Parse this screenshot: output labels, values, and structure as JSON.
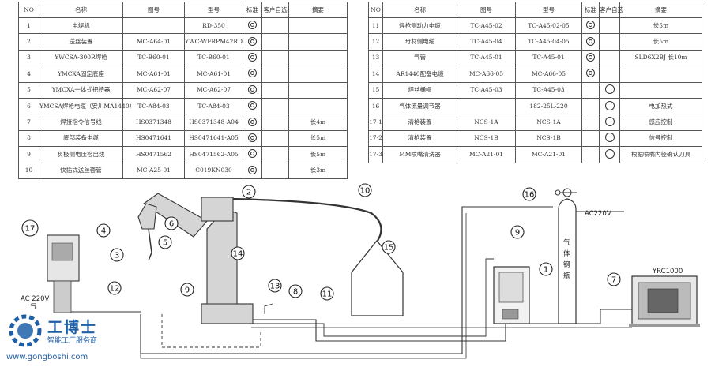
{
  "table_headers": {
    "no": "NO",
    "name": "名称",
    "drawing": "图号",
    "model": "型号",
    "standard": "标准",
    "user": "客户自选",
    "summary": "摘要"
  },
  "left_rows": [
    {
      "no": "1",
      "name": "电焊机",
      "drawing": "",
      "model": "RD-350",
      "mark": "double",
      "summary": ""
    },
    {
      "no": "2",
      "name": "送丝装置",
      "drawing": "MC-A64-01",
      "model": "YWC-WFRPM42RD",
      "mark": "double",
      "summary": ""
    },
    {
      "no": "3",
      "name": "YWCSA-300R焊枪",
      "drawing": "TC-B60-01",
      "model": "TC-B60-01",
      "mark": "double",
      "summary": ""
    },
    {
      "no": "4",
      "name": "YMCXA固定底座",
      "drawing": "MC-A61-01",
      "model": "MC-A61-01",
      "mark": "double",
      "summary": ""
    },
    {
      "no": "5",
      "name": "YMCXA一体式把持器",
      "drawing": "MC-A62-07",
      "model": "MC-A62-07",
      "mark": "double",
      "summary": ""
    },
    {
      "no": "6",
      "name": "YMCSA焊枪电缆（安川MA1440）",
      "drawing": "TC-A84-03",
      "model": "TC-A84-03",
      "mark": "double",
      "summary": ""
    },
    {
      "no": "7",
      "name": "焊接指令信号线",
      "drawing": "HS0371348",
      "model": "HS0371348-A04",
      "mark": "double",
      "summary": "长4m"
    },
    {
      "no": "8",
      "name": "底部装备电缆",
      "drawing": "HS0471641",
      "model": "HS0471641-A05",
      "mark": "double",
      "summary": "长5m"
    },
    {
      "no": "9",
      "name": "负极侧电压检出线",
      "drawing": "HS0471562",
      "model": "HS0471562-A05",
      "mark": "double",
      "summary": "长5m"
    },
    {
      "no": "10",
      "name": "快插式送丝套管",
      "drawing": "MC-A25-01",
      "model": "C019KN030",
      "mark": "double",
      "summary": "长3m"
    }
  ],
  "right_rows": [
    {
      "no": "11",
      "name": "焊枪侧动力电缆",
      "drawing": "TC-A45-02",
      "model": "TC-A45-02-05",
      "mark": "double",
      "summary": "长5m"
    },
    {
      "no": "12",
      "name": "母材侧电缆",
      "drawing": "TC-A45-04",
      "model": "TC-A45-04-05",
      "mark": "double",
      "summary": "长5m"
    },
    {
      "no": "13",
      "name": "气管",
      "drawing": "TC-A45-01",
      "model": "TC-A45-01",
      "mark": "double",
      "summary": "SLD6X2BJ 长10m"
    },
    {
      "no": "14",
      "name": "AR1440配备电缆",
      "drawing": "MC-A66-05",
      "model": "MC-A66-05",
      "mark": "double",
      "summary": ""
    },
    {
      "no": "15",
      "name": "焊丝桶帽",
      "drawing": "TC-A45-03",
      "model": "TC-A45-03",
      "mark": "single-user",
      "summary": ""
    },
    {
      "no": "16",
      "name": "气体流量调节器",
      "drawing": "",
      "model": "182-25L-220",
      "mark": "single-user",
      "summary": "电加热式"
    },
    {
      "no": "17-1",
      "name": "清枪装置",
      "drawing": "NCS-1A",
      "model": "NCS-1A",
      "mark": "single-user",
      "summary": "感应控制"
    },
    {
      "no": "17-2",
      "name": "清枪装置",
      "drawing": "NCS-1B",
      "model": "NCS-1B",
      "mark": "single-user",
      "summary": "信号控制"
    },
    {
      "no": "17-3",
      "name": "MM喷嘴清洗器",
      "drawing": "MC-A21-01",
      "model": "MC-A21-01",
      "mark": "single-user",
      "summary": "根据喷嘴内径确认刀具"
    }
  ],
  "diagram": {
    "callouts": [
      "1",
      "2",
      "3",
      "4",
      "5",
      "6",
      "7",
      "8",
      "9",
      "9",
      "10",
      "11",
      "12",
      "13",
      "14",
      "15",
      "16",
      "17"
    ],
    "label_ac_220v_left": "AC  220V",
    "label_ac220v_right": "AC220V",
    "label_yrc": "YRC1000",
    "label_gas_cylinder": [
      "气",
      "体",
      "钢",
      "瓶"
    ],
    "label_gas_small": "气"
  },
  "watermark": {
    "big": "工博士",
    "sub": "智能工厂服务商",
    "url": "www.gongboshi.com"
  },
  "colors": {
    "line": "#333333",
    "watermark": "#1e5fa8"
  }
}
